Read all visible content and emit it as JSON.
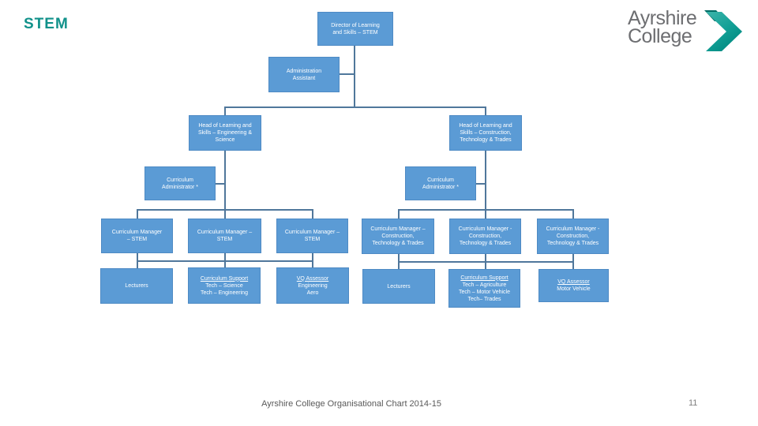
{
  "page": {
    "title": "STEM",
    "footer_text": "Ayrshire College Organisational Chart 2014-15",
    "page_number": "11"
  },
  "logo": {
    "line1": "Ayrshire",
    "line2": "College",
    "icon": "double-chevron-right-icon"
  },
  "colors": {
    "box_fill": "#5b9bd5",
    "box_border": "#4e8ac4",
    "connector": "#50779b",
    "title_teal": "#10918a",
    "logo_gray": "#6d6e71",
    "footer_gray": "#595959",
    "chevron_teal_light": "#3cb4aa",
    "chevron_teal_dark": "#00887f",
    "chevron_wedge": "#006b64"
  },
  "nodes": {
    "director": {
      "text": "Director of Learning\nand Skills – STEM"
    },
    "admin": {
      "text": "Administration\nAssistant"
    },
    "head_eng": {
      "text": "Head of Learning and\nSkills – Engineering &\nScience"
    },
    "head_ctt": {
      "text": "Head of Learning and\nSkills – Construction,\nTechnology & Trades"
    },
    "ca_left": {
      "text": "Curriculum\nAdministrator *"
    },
    "ca_right": {
      "text": "Curriculum\nAdministrator *"
    },
    "m1": {
      "text": "Curriculum Manager\n– STEM"
    },
    "m2": {
      "text": "Curriculum Manager –\nSTEM"
    },
    "m3": {
      "text": "Curriculum Manager –\nSTEM"
    },
    "m4": {
      "text": "Curriculum Manager –\nConstruction,\nTechnology & Trades"
    },
    "m5": {
      "text": "Curriculum Manager -\nConstruction,\nTechnology & Trades"
    },
    "m6": {
      "text": "Curriculum Manager -\nConstruction,\nTechnology & Trades"
    },
    "b1": {
      "text": "Lecturers"
    },
    "b2": {
      "header": "Curriculum Support",
      "body": "Tech – Science\nTech – Engineering"
    },
    "b3": {
      "header": "VQ Assessor",
      "body": "Engineering\nAero"
    },
    "b4": {
      "text": "Lecturers"
    },
    "b5": {
      "header": "Curriculum Support",
      "body": "Tech – Agriculture\nTech – Motor Vehicle\nTech– Trades"
    },
    "b6": {
      "header": "VQ Assessor",
      "body": "Motor Vehicle"
    }
  },
  "structure": {
    "root": "director",
    "assistant": "admin",
    "branches": [
      {
        "head": "head_eng",
        "administrator": "ca_left",
        "managers": [
          "m1",
          "m2",
          "m3"
        ],
        "reports": [
          "b1",
          "b2",
          "b3"
        ]
      },
      {
        "head": "head_ctt",
        "administrator": "ca_right",
        "managers": [
          "m4",
          "m5",
          "m6"
        ],
        "reports": [
          "b4",
          "b5",
          "b6"
        ]
      }
    ]
  }
}
